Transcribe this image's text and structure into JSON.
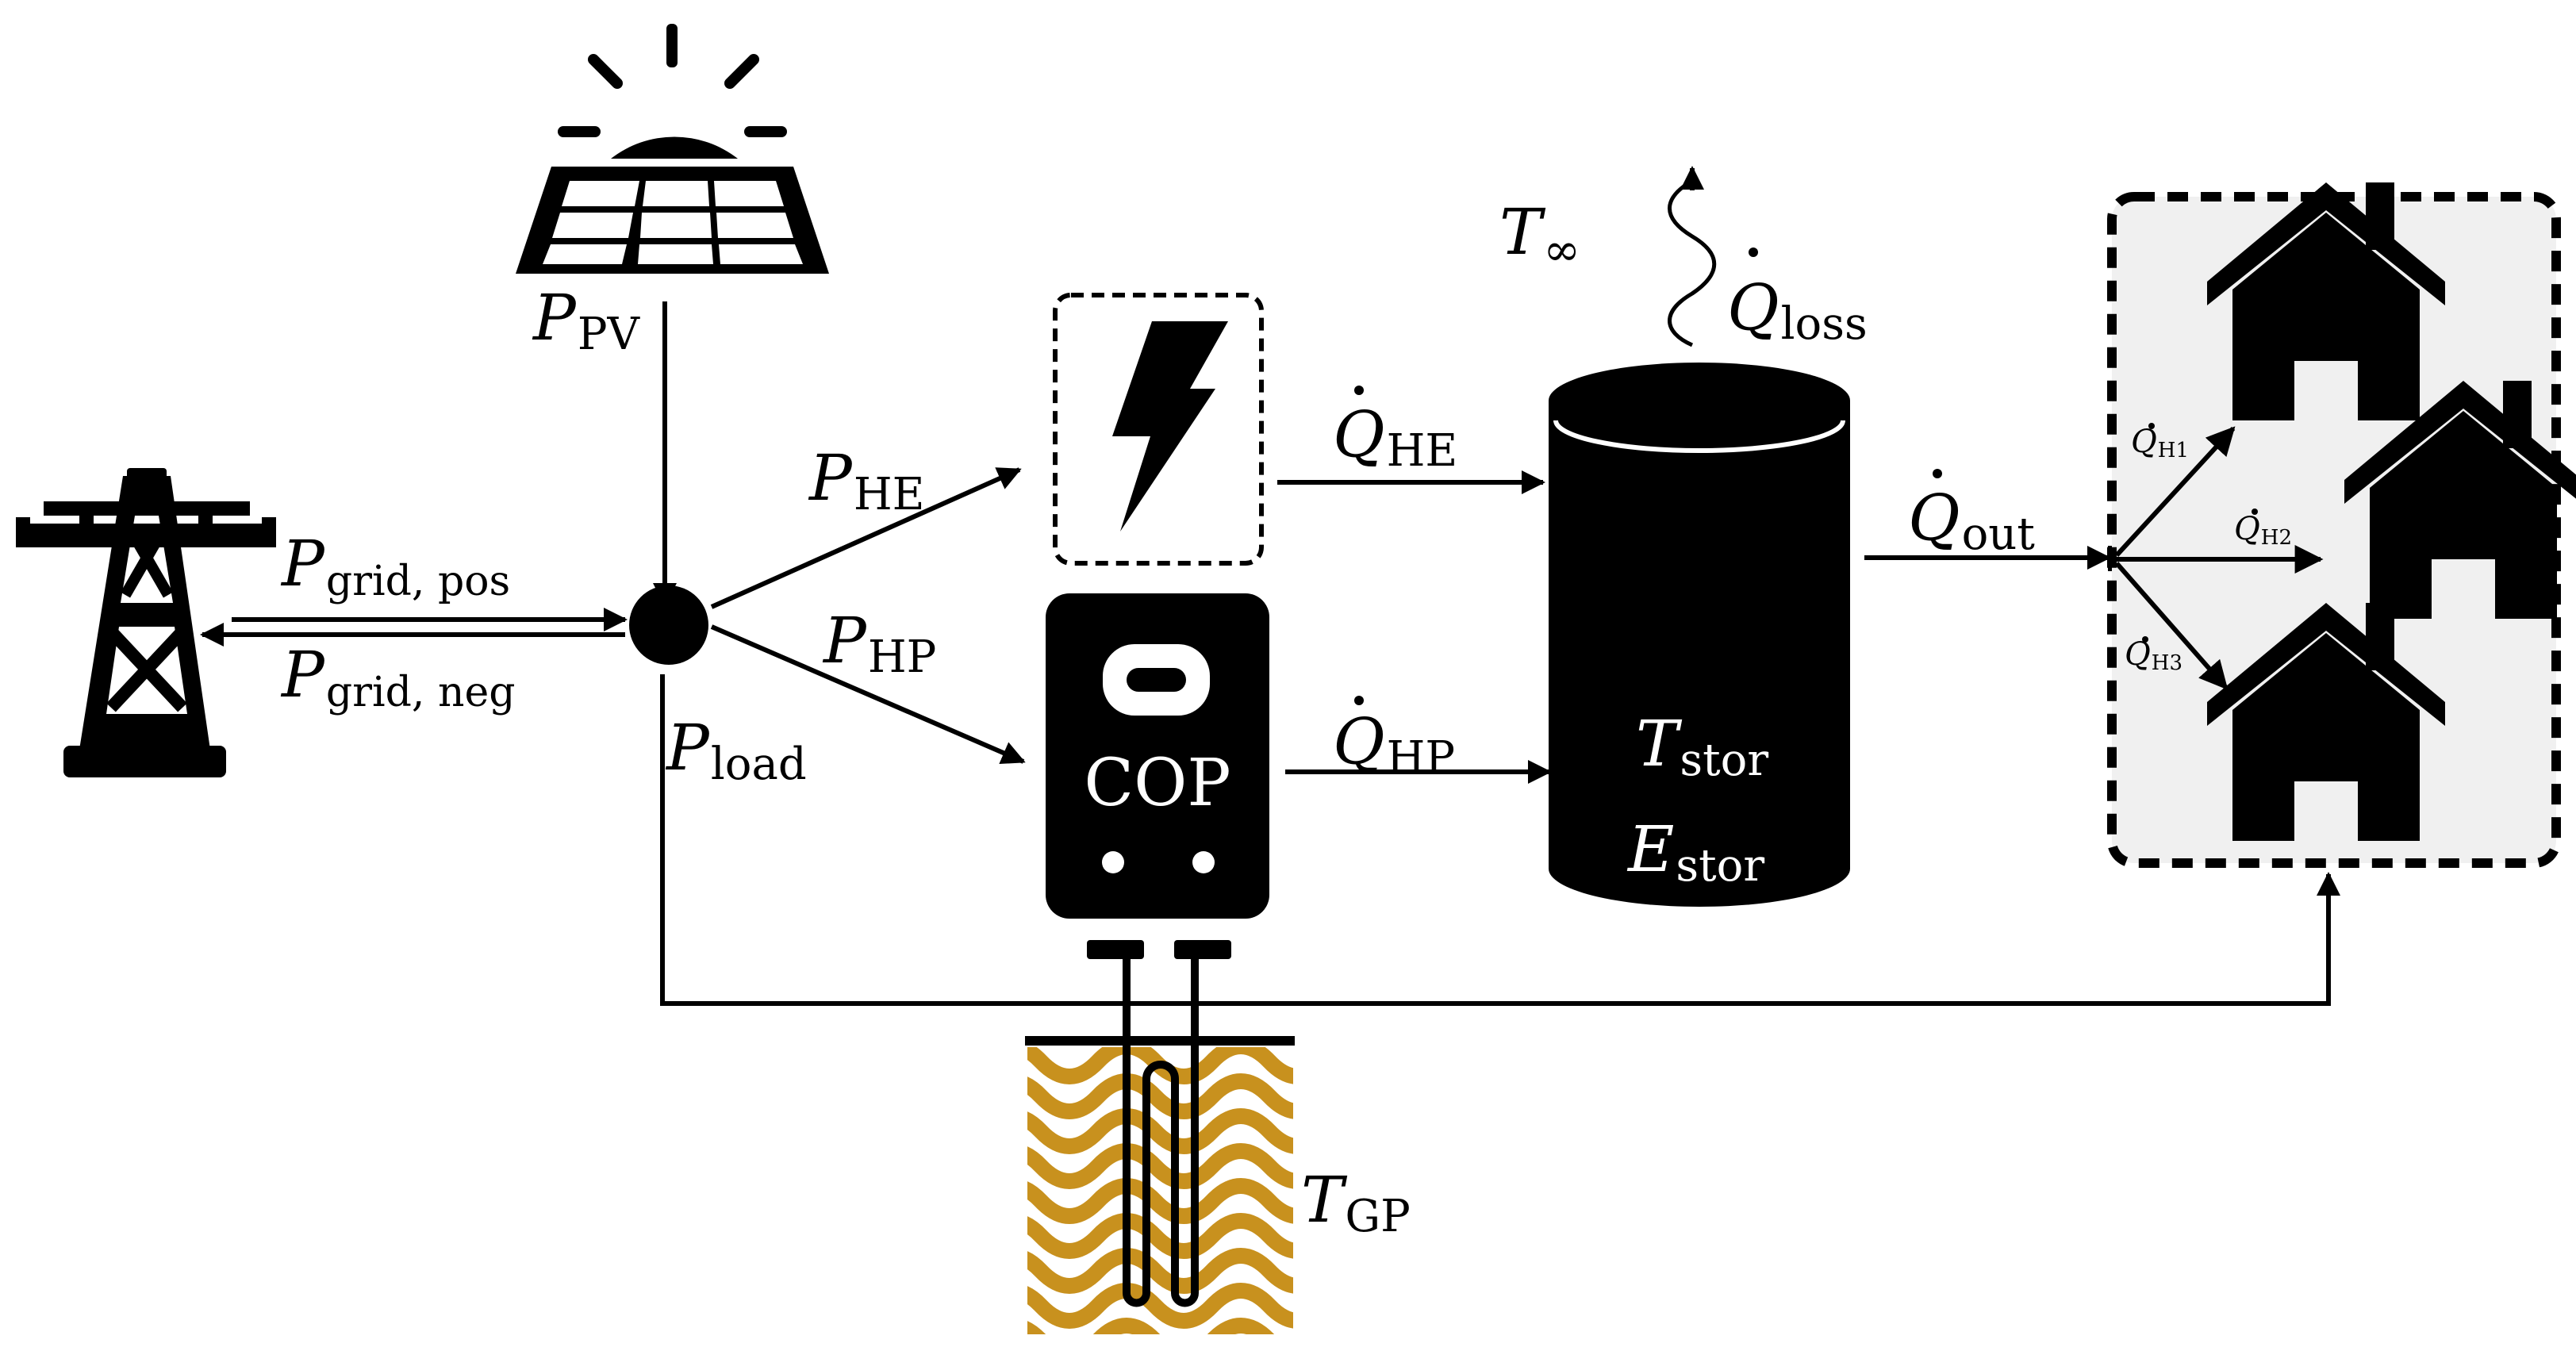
{
  "labels": {
    "pv": {
      "main": "P",
      "sub": "PV"
    },
    "grid_pos": {
      "main": "P",
      "sub": "grid, pos"
    },
    "grid_neg": {
      "main": "P",
      "sub": "grid, neg"
    },
    "load": {
      "main": "P",
      "sub": "load"
    },
    "he": {
      "main": "P",
      "sub": "HE"
    },
    "hp": {
      "main": "P",
      "sub": "HP"
    },
    "q_he": {
      "main": "Q",
      "sub": "HE"
    },
    "q_hp": {
      "main": "Q",
      "sub": "HP"
    },
    "q_loss": {
      "main": "Q",
      "sub": "loss"
    },
    "q_out": {
      "main": "Q",
      "sub": "out"
    },
    "q_h1": {
      "main": "Q",
      "sub": "H1"
    },
    "q_h2": {
      "main": "Q",
      "sub": "H2"
    },
    "q_h3": {
      "main": "Q",
      "sub": "H3"
    },
    "t_inf": {
      "main": "T",
      "sub": "∞"
    },
    "t_stor": {
      "main": "T",
      "sub": "stor"
    },
    "e_stor": {
      "main": "E",
      "sub": "stor"
    },
    "t_gp": {
      "main": "T",
      "sub": "GP"
    }
  },
  "heat_pump": {
    "label": "COP"
  },
  "icons": [
    "power-tower-icon",
    "solar-panel-icon",
    "lightning-icon",
    "heat-pump-icon",
    "storage-tank-icon",
    "ground-probe-icon",
    "house-icon"
  ],
  "colors": {
    "ground": "#C8911E",
    "houses_background": "#F0F0F0",
    "ink": "#000000"
  }
}
